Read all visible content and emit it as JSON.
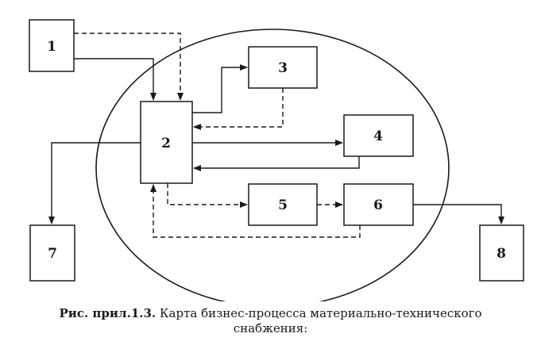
{
  "diagram": {
    "nodes": [
      {
        "id": "1",
        "label": "1"
      },
      {
        "id": "2",
        "label": "2"
      },
      {
        "id": "3",
        "label": "3"
      },
      {
        "id": "4",
        "label": "4"
      },
      {
        "id": "5",
        "label": "5"
      },
      {
        "id": "6",
        "label": "6"
      },
      {
        "id": "7",
        "label": "7"
      },
      {
        "id": "8",
        "label": "8"
      }
    ],
    "edges": [
      {
        "from": "1",
        "to": "2",
        "style": "solid"
      },
      {
        "from": "1",
        "to": "2",
        "style": "dashed"
      },
      {
        "from": "2",
        "to": "3",
        "style": "solid"
      },
      {
        "from": "3",
        "to": "2",
        "style": "dashed"
      },
      {
        "from": "2",
        "to": "4",
        "style": "solid"
      },
      {
        "from": "4",
        "to": "2",
        "style": "solid"
      },
      {
        "from": "2",
        "to": "5",
        "style": "dashed"
      },
      {
        "from": "5",
        "to": "6",
        "style": "dashed"
      },
      {
        "from": "6",
        "to": "2",
        "style": "dashed"
      },
      {
        "from": "2",
        "to": "7",
        "style": "solid"
      },
      {
        "from": "6",
        "to": "8",
        "style": "solid"
      }
    ]
  },
  "caption": {
    "label": "Рис. прил.1.3.",
    "line1": " Карта бизнес-процесса материально-технического",
    "line2": "снабжения:"
  }
}
